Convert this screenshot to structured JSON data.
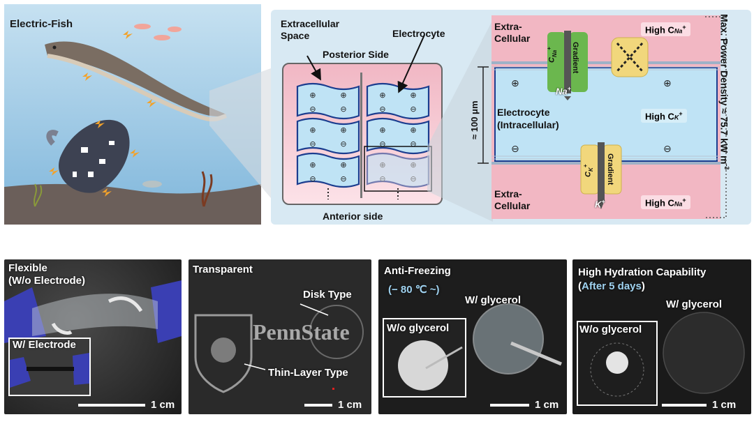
{
  "fish_panel": {
    "title": "Electric-Fish"
  },
  "tissue": {
    "extracellular_space": "Extracellular\nSpace",
    "electrocyte": "Electrocyte",
    "posterior": "Posterior Side",
    "anterior": "Anterior side"
  },
  "membrane": {
    "extra_top": "Extra-\nCellular",
    "extra_bottom": "Extra-\nCellular",
    "high_na_top": "High C",
    "na_sub": "Na",
    "high_k": "High C",
    "k_sub": "K",
    "high_na_bottom": "High C",
    "cna_channel": "C",
    "ck_channel": "C",
    "gradient": "Gradient",
    "na_ion": "Na",
    "k_ion": "K",
    "electrocyte_label": "Electrocyte\n(Intracellular)",
    "thickness": "≈ 100 μm",
    "power_density": "Max. Power Density ≈ 75.7 kW m",
    "power_exp": "-3"
  },
  "photos": [
    {
      "title": "Flexible\n(W/o Electrode)",
      "inset": "W/ Electrode",
      "scale": "1 cm"
    },
    {
      "title": "Transparent",
      "disk": "Disk Type",
      "thin": "Thin-Layer Type",
      "logo": "PennState",
      "scale": "1 cm"
    },
    {
      "title": "Anti-Freezing",
      "subtitle": "(− 80 ℃ ~)",
      "with": "W/ glycerol",
      "without": "W/o glycerol",
      "scale": "1 cm"
    },
    {
      "title": "High Hydration Capability",
      "subtitle_pre": "(",
      "subtitle": "After 5 days",
      "subtitle_post": ")",
      "with": "W/ glycerol",
      "without": "W/o glycerol",
      "scale": "1 cm"
    }
  ],
  "colors": {
    "panel_blue": "#d8e9f3",
    "pink": "#f2b7c3",
    "cell_blue": "#bfe3f5",
    "subtitle_blue": "#9fd2f0"
  }
}
